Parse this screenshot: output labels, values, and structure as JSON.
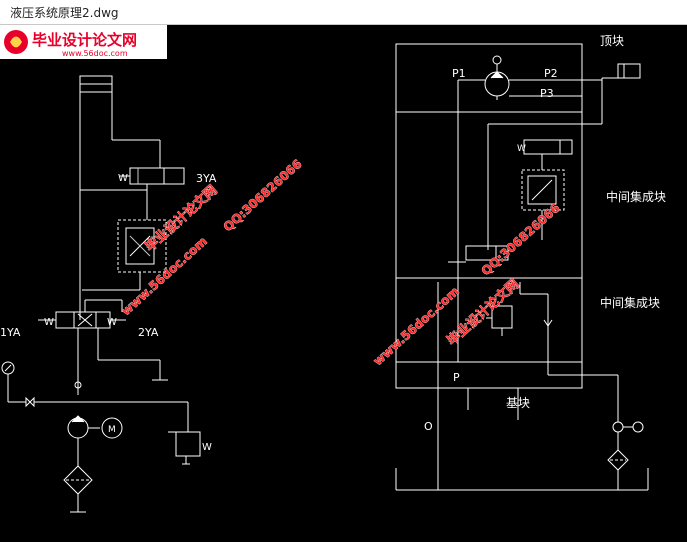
{
  "window": {
    "tab_title": "液压系统原理2.dwg"
  },
  "labels": {
    "coil_3ya": "3YA",
    "coil_1ya": "1YA",
    "coil_2ya": "2YA",
    "coil_w_lower": "W",
    "top_block": "顶块",
    "middle_block_1": "中间集成块",
    "middle_block_2": "中间集成块",
    "base_block": "基块",
    "port_p1": "P1",
    "port_p2": "P2",
    "port_p3": "P3",
    "port_p": "P",
    "port_o": "O"
  },
  "watermarks": {
    "site_name": "毕业设计论文网",
    "site_url": "www.56doc.com",
    "qq": "QQ:306826066"
  },
  "footer": {
    "logo_text": "毕业设计论文网",
    "logo_url": "www.56doc.com"
  },
  "colors": {
    "background": "#000000",
    "lines": "#ffffff",
    "valve_detail": "#c8c8c8",
    "watermark": "#ff2a2a",
    "logo_red": "#e8002a"
  }
}
